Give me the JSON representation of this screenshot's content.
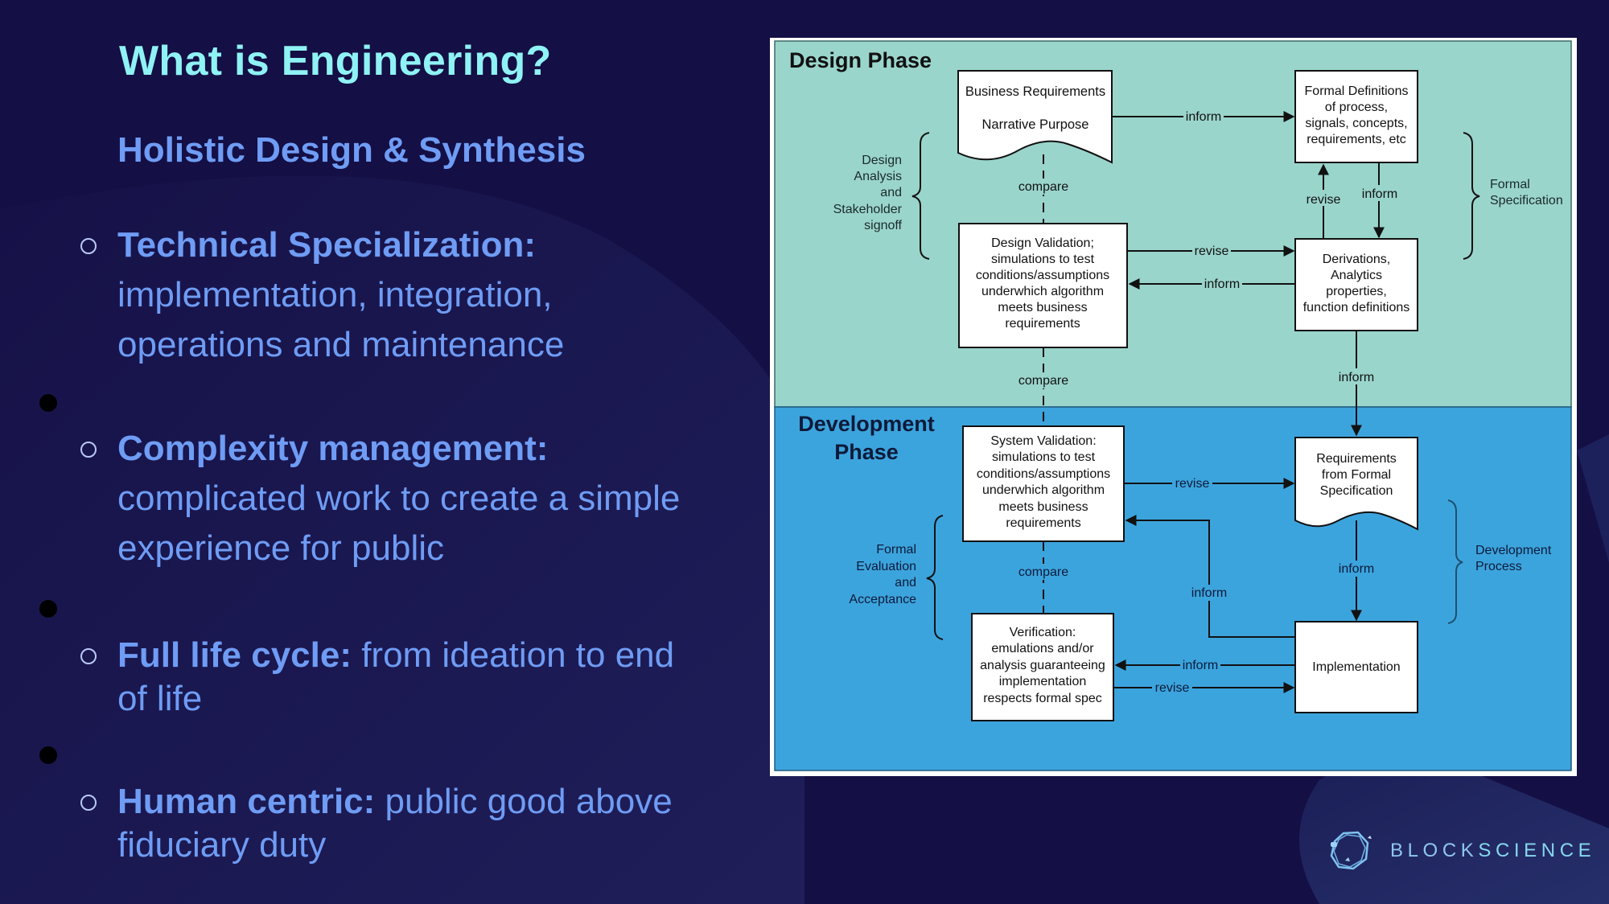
{
  "slide": {
    "title": "What is Engineering?",
    "subtitle": "Holistic Design & Synthesis",
    "bullets": [
      {
        "bold": "Technical Specialization:",
        "lines": [
          "implementation, integration,",
          "operations and maintenance"
        ]
      },
      {
        "bold": "Complexity management:",
        "lines": [
          "complicated work to create a simple",
          "experience for public"
        ]
      },
      {
        "bold": "Full life cycle:",
        "inline": " from ideation to end",
        "lines": [
          "of life"
        ]
      },
      {
        "bold": "Human centric:",
        "inline": " public good above",
        "lines": [
          "fiduciary duty"
        ]
      }
    ]
  },
  "diagram": {
    "colors": {
      "design_phase_bg": "#9ad5cc",
      "development_phase_bg": "#3ca4dd",
      "box_fill": "#ffffff",
      "line": "#111111"
    },
    "design_phase": {
      "title": "Design Phase",
      "boxes": {
        "business_requirements": [
          "Business Requirements",
          "Narrative Purpose"
        ],
        "formal_definitions": [
          "Formal Definitions",
          "of process,",
          "signals, concepts,",
          "requirements, etc"
        ],
        "design_validation": [
          "Design Validation;",
          "simulations to test",
          "conditions/assumptions",
          "underwhich algorithm",
          "meets business",
          "requirements"
        ],
        "derivations": [
          "Derivations,",
          "Analytics",
          "properties,",
          "function definitions"
        ]
      },
      "brace_left": [
        "Design",
        "Analysis",
        "and",
        "Stakeholder",
        "signoff"
      ],
      "brace_right": [
        "Formal",
        "Specification"
      ],
      "edge_labels": {
        "br_to_fd": "inform",
        "br_dv_compare": "compare",
        "deriv_to_fd": "revise",
        "fd_to_deriv": "inform",
        "dv_to_deriv": "revise",
        "deriv_to_dv": "inform",
        "dv_sv_compare": "compare",
        "deriv_to_req": "inform"
      }
    },
    "development_phase": {
      "title_lines": [
        "Development",
        "Phase"
      ],
      "boxes": {
        "system_validation": [
          "System Validation:",
          "simulations to test",
          "conditions/assumptions",
          "underwhich algorithm",
          "meets business",
          "requirements"
        ],
        "requirements": [
          "Requirements",
          "from Formal",
          "Specification"
        ],
        "verification": [
          "Verification:",
          "emulations and/or",
          "analysis guaranteeing",
          "implementation",
          "respects formal spec"
        ],
        "implementation": [
          "Implementation"
        ]
      },
      "brace_left": [
        "Formal",
        "Evaluation",
        "and",
        "Acceptance"
      ],
      "brace_right": [
        "Development",
        "Process"
      ],
      "edge_labels": {
        "sv_to_req": "revise",
        "sv_ver_compare": "compare",
        "impl_to_sv": "inform",
        "req_to_impl": "inform",
        "impl_to_ver": "inform",
        "ver_to_impl": "revise"
      }
    }
  },
  "logo": {
    "text_a": "BLOCK",
    "text_b": "SCIENCE"
  }
}
